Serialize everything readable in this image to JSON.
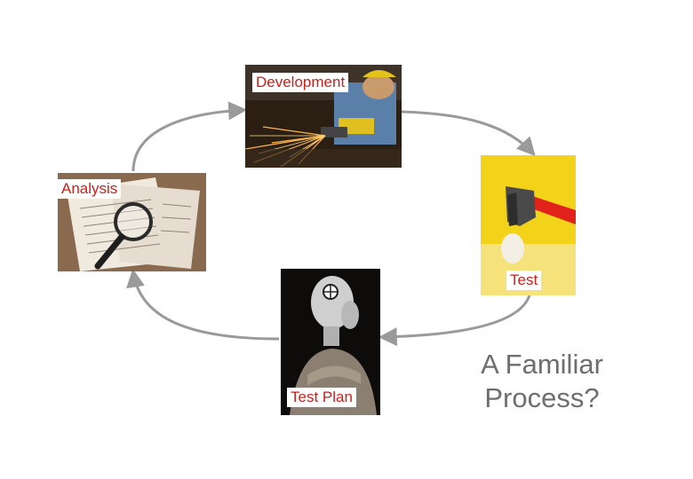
{
  "stages": {
    "development": {
      "label": "Development",
      "icon": "welder-grinding-sparks-photo"
    },
    "test": {
      "label": "Test",
      "icon": "hammer-egg-photo"
    },
    "test_plan": {
      "label": "Test Plan",
      "icon": "crash-test-dummy-photo"
    },
    "analysis": {
      "label": "Analysis",
      "icon": "magnifier-contract-photo"
    }
  },
  "caption": {
    "line1": "A Familiar",
    "line2": "Process?"
  },
  "colors": {
    "label_text": "#cc1f1a",
    "arrow": "#9a9a9a",
    "caption": "#6e6e6e"
  }
}
